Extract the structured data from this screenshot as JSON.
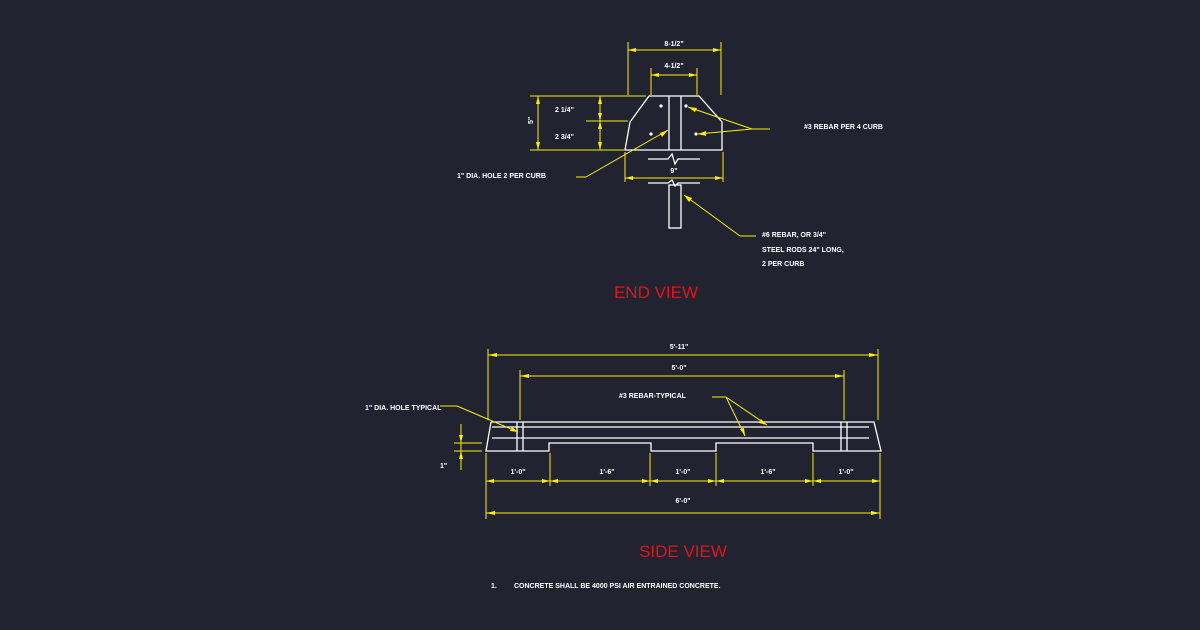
{
  "end_view": {
    "title": "END VIEW",
    "dim_top_width": "8-1/2\"",
    "dim_inner_width": "4-1/2\"",
    "dim_upper_height": "2 1/4\"",
    "dim_lower_height": "2 3/4\"",
    "dim_total_height": "5\"",
    "dim_base_width": "9\"",
    "note_rebar": "#3 REBAR PER 4 CURB",
    "note_hole": "1\" DIA. HOLE 2 PER CURB",
    "note_rod_line1": "#6 REBAR, OR 3/4\"",
    "note_rod_line2": "STEEL RODS 24\" LONG,",
    "note_rod_line3": "2 PER CURB"
  },
  "side_view": {
    "title": "SIDE VIEW",
    "dim_overall_top": "5'-11\"",
    "dim_hole_spacing": "5'-0\"",
    "note_rebar": "#3 REBAR-TYPICAL",
    "note_hole": "1\" DIA. HOLE TYPICAL",
    "dim_recess": "1\"",
    "seg_1": "1'-0\"",
    "seg_2": "1'-6\"",
    "seg_3": "1'-0\"",
    "seg_4": "1'-6\"",
    "seg_5": "1'-0\"",
    "dim_overall_bottom": "6'-0\""
  },
  "notes": {
    "number": "1.",
    "text": "CONCRETE SHALL BE 4000 PSI AIR ENTRAINED CONCRETE."
  }
}
